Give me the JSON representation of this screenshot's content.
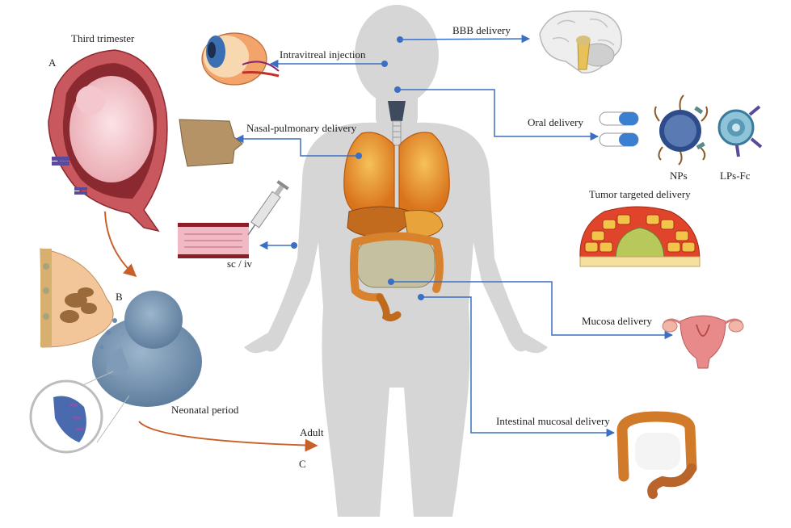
{
  "labels": {
    "third_trimester": "Third trimester",
    "panel_a": "A",
    "panel_b": "B",
    "panel_c": "C",
    "neonatal_period": "Neonatal period",
    "adult": "Adult",
    "intravitreal": "Intravitreal injection",
    "bbb": "BBB delivery",
    "nasal_pulmonary": "Nasal-pulmonary delivery",
    "oral": "Oral delivery",
    "nps": "NPs",
    "lps_fc": "LPs-Fc",
    "tumor": "Tumor targeted delivery",
    "sc_iv": "sc / iv",
    "mucosa": "Mucosa delivery",
    "intestinal": "Intestinal mucosal delivery"
  },
  "colors": {
    "body_silhouette": "#d6d6d6",
    "arrow_blue": "#3b6fc4",
    "arrow_orange": "#c8602a",
    "organ_orange": "#e9a030",
    "tumor_red": "#e0442a",
    "tumor_green": "#b8c85a",
    "uterus_pink": "#e88a8a",
    "baby_blue": "#7f9bb8",
    "antibody_purple": "#5a4a9a"
  }
}
